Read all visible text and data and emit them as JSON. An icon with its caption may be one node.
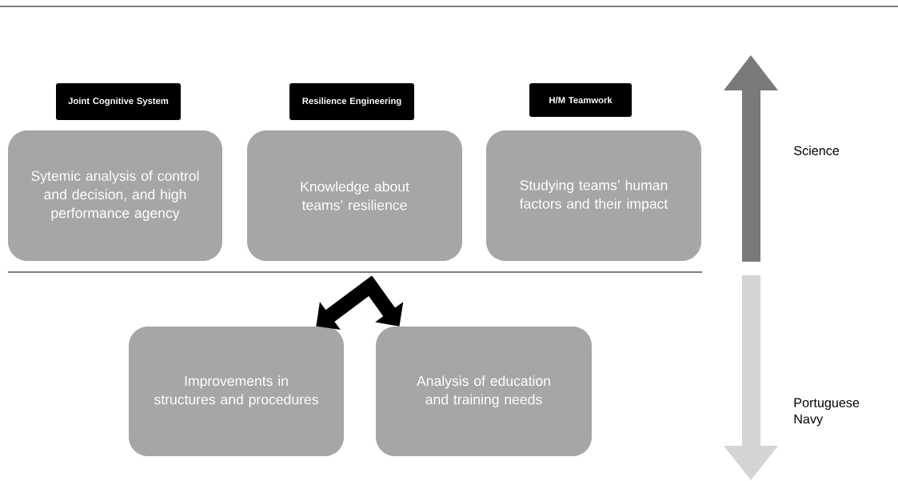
{
  "diagram": {
    "nodes": [
      {
        "text": [
          "Joint Cognitive System",
          "Sytemic analysis of control and decision, and high performance agency"
        ]
      },
      {
        "text": [
          "Resilience Engineering",
          "Knowledge about teams’ resilience"
        ]
      },
      {
        "text": [
          "H/M Teamwork",
          "Studying teams’ human factors and their impact"
        ]
      },
      {
        "text": [
          "Improvements in structures and procedures"
        ]
      },
      {
        "text": [
          "Analysis of education and training needs"
        ]
      }
    ],
    "edges": [
      {
        "from": null,
        "to": 3,
        "arrow": "to"
      },
      {
        "from": null,
        "to": 4,
        "arrow": "to"
      }
    ],
    "labels": [
      "Science",
      "Portuguese Navy"
    ]
  }
}
